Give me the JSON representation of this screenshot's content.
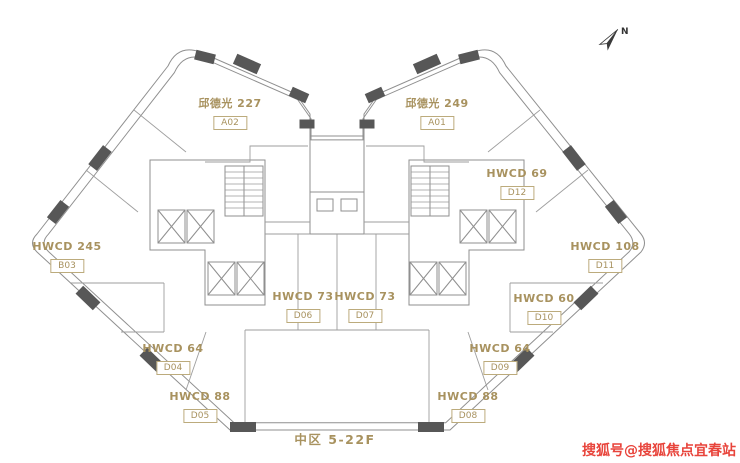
{
  "plan": {
    "bottom_label": "中区 5-22F",
    "compass_label": "N"
  },
  "units": [
    {
      "name": "邱德光 227",
      "code": "A02"
    },
    {
      "name": "邱德光 249",
      "code": "A01"
    },
    {
      "name": "HWCD 69",
      "code": "D12"
    },
    {
      "name": "HWCD 108",
      "code": "D11"
    },
    {
      "name": "HWCD 60",
      "code": "D10"
    },
    {
      "name": "HWCD 64",
      "code": "D09"
    },
    {
      "name": "HWCD 88",
      "code": "D08"
    },
    {
      "name": "HWCD 73",
      "code": "D07"
    },
    {
      "name": "HWCD 73",
      "code": "D06"
    },
    {
      "name": "HWCD 245",
      "code": "B03"
    },
    {
      "name": "HWCD 64",
      "code": "D04"
    },
    {
      "name": "HWCD 88",
      "code": "D05"
    }
  ],
  "watermark": {
    "text": "搜狐号@搜狐焦点宜春站"
  },
  "colors": {
    "accent_gold": "#a8925f",
    "plan_line": "#8f8f8f",
    "dark_fill": "#575757",
    "watermark_red": "#e8443b"
  }
}
